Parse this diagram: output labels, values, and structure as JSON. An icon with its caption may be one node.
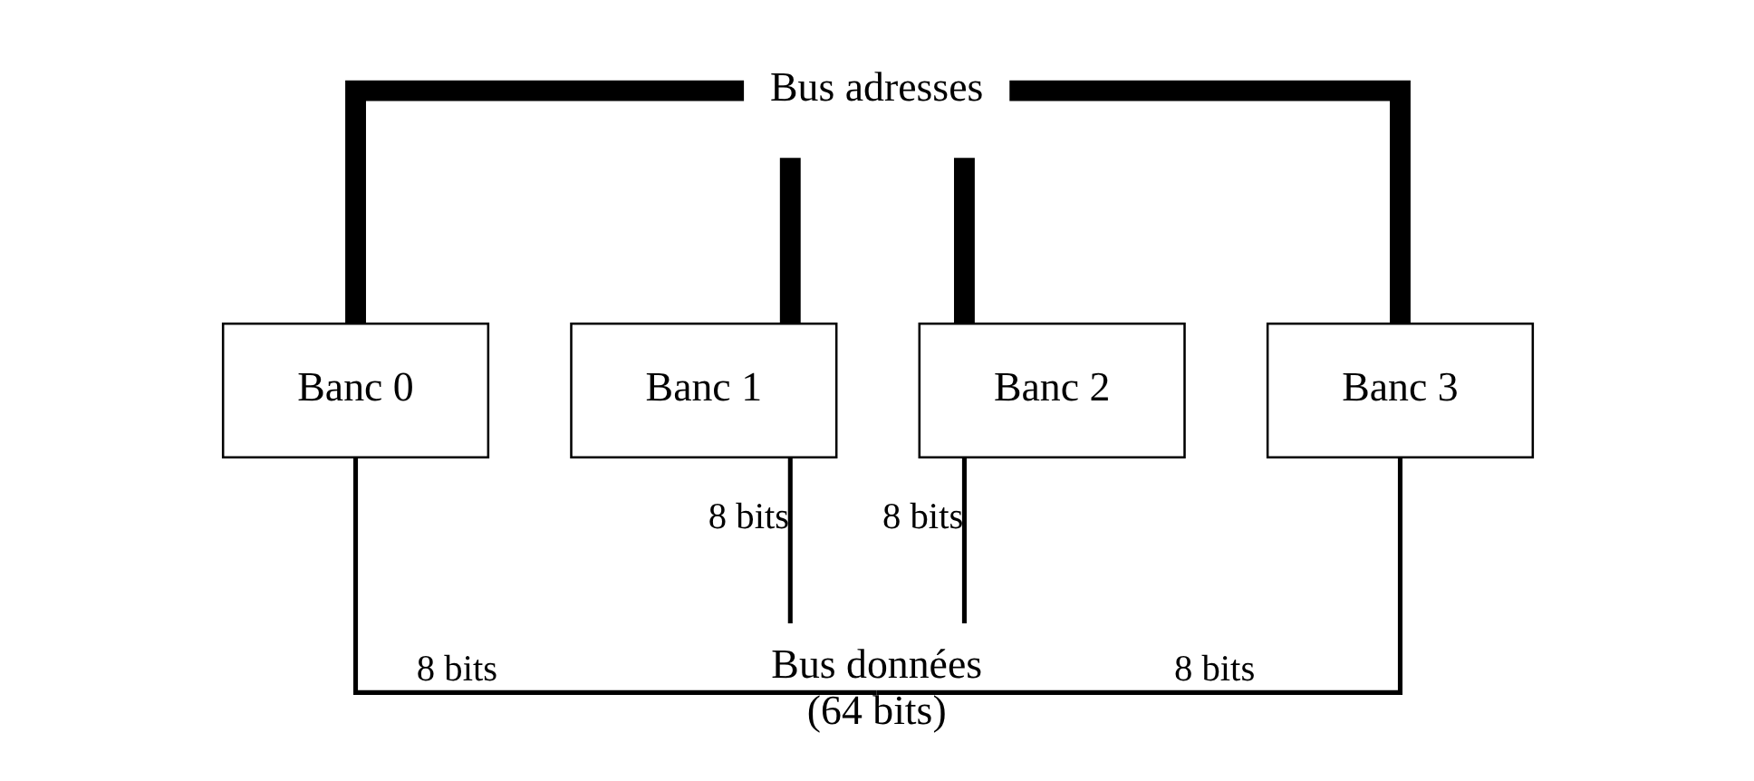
{
  "diagram": {
    "nodes": [
      {
        "text": [
          "Bus adresses"
        ]
      },
      {
        "text": [
          "Bus données",
          "(64 bits)"
        ]
      },
      {
        "text": [
          "Banc 0"
        ]
      },
      {
        "text": [
          "Banc 1"
        ]
      },
      {
        "text": [
          "Banc 2"
        ]
      },
      {
        "text": [
          "Banc 3"
        ]
      }
    ],
    "edges": [
      {
        "from": 0,
        "to": 2,
        "arrow": "none",
        "style": "thick"
      },
      {
        "from": 0,
        "to": 3,
        "arrow": "none",
        "style": "thick"
      },
      {
        "from": 0,
        "to": 4,
        "arrow": "none",
        "style": "thick"
      },
      {
        "from": 0,
        "to": 5,
        "arrow": "none",
        "style": "thick"
      },
      {
        "from": 2,
        "to": 1,
        "arrow": "none",
        "label": "8 bits"
      },
      {
        "from": 3,
        "to": 1,
        "arrow": "none",
        "label": "8 bits"
      },
      {
        "from": 4,
        "to": 1,
        "arrow": "none",
        "label": "8 bits"
      },
      {
        "from": 5,
        "to": 1,
        "arrow": "none",
        "label": "8 bits"
      }
    ]
  }
}
